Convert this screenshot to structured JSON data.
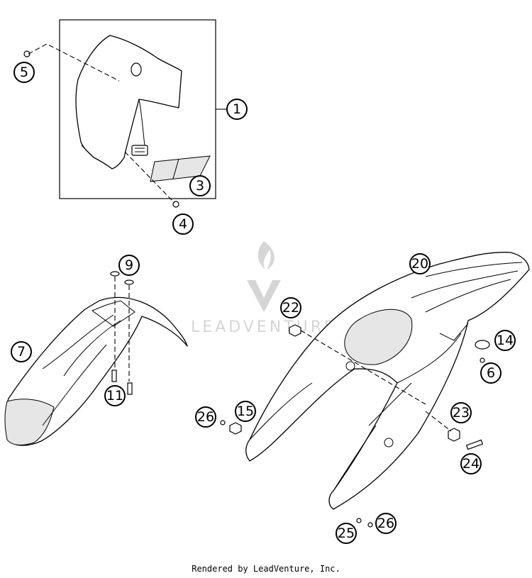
{
  "callouts": [
    {
      "id": "c1",
      "label": "1"
    },
    {
      "id": "c3",
      "label": "3"
    },
    {
      "id": "c4",
      "label": "4"
    },
    {
      "id": "c5",
      "label": "5"
    },
    {
      "id": "c6",
      "label": "6"
    },
    {
      "id": "c7",
      "label": "7"
    },
    {
      "id": "c9",
      "label": "9"
    },
    {
      "id": "c11",
      "label": "11"
    },
    {
      "id": "c14",
      "label": "14"
    },
    {
      "id": "c15",
      "label": "15"
    },
    {
      "id": "c20",
      "label": "20"
    },
    {
      "id": "c22",
      "label": "22"
    },
    {
      "id": "c23",
      "label": "23"
    },
    {
      "id": "c24",
      "label": "24"
    },
    {
      "id": "c25",
      "label": "25"
    },
    {
      "id": "c26a",
      "label": "26"
    },
    {
      "id": "c26b",
      "label": "26"
    }
  ],
  "watermark": "LEADVENTURE",
  "footer": "Rendered by LeadVenture, Inc."
}
